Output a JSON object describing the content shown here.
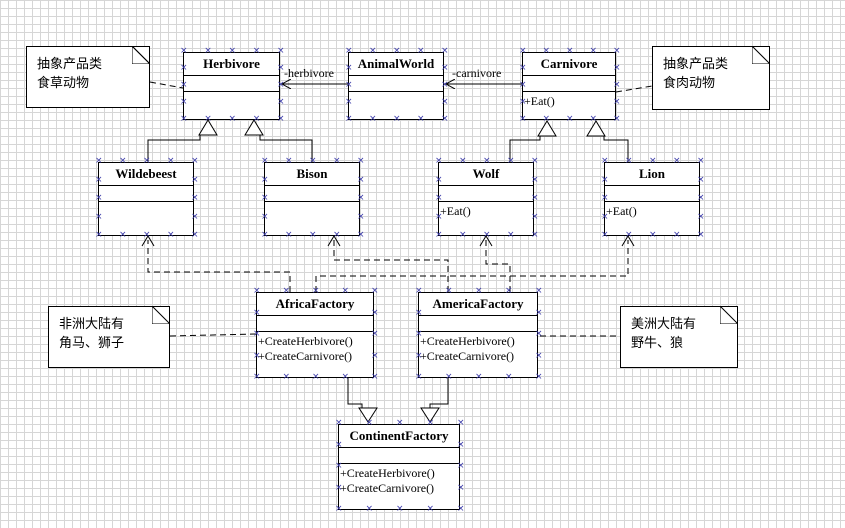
{
  "classes": {
    "herbivore": {
      "name": "Herbivore",
      "ops": []
    },
    "animal_world": {
      "name": "AnimalWorld",
      "ops": []
    },
    "carnivore": {
      "name": "Carnivore",
      "ops": [
        "+Eat()"
      ]
    },
    "wildebeest": {
      "name": "Wildebeest",
      "ops": []
    },
    "bison": {
      "name": "Bison",
      "ops": []
    },
    "wolf": {
      "name": "Wolf",
      "ops": [
        "+Eat()"
      ]
    },
    "lion": {
      "name": "Lion",
      "ops": [
        "+Eat()"
      ]
    },
    "africa_factory": {
      "name": "AfricaFactory",
      "ops": [
        "+CreateHerbivore()",
        "+CreateCarnivore()"
      ]
    },
    "america_factory": {
      "name": "AmericaFactory",
      "ops": [
        "+CreateHerbivore()",
        "+CreateCarnivore()"
      ]
    },
    "continent_factory": {
      "name": "ContinentFactory",
      "ops": [
        "+CreateHerbivore()",
        "+CreateCarnivore()"
      ]
    }
  },
  "relations": {
    "herbivore_role": "-herbivore",
    "carnivore_role": "-carnivore"
  },
  "notes": {
    "herbivore_note": {
      "line1": "抽象产品类",
      "line2": "食草动物"
    },
    "carnivore_note": {
      "line1": "抽象产品类",
      "line2": "食肉动物"
    },
    "africa_note": {
      "line1": "非洲大陆有",
      "line2": "角马、狮子"
    },
    "america_note": {
      "line1": "美洲大陆有",
      "line2": "野牛、狼"
    }
  },
  "colors": {
    "line": "#000000",
    "selection_handle": "#3a3aa8",
    "grid": "#d6d6d6"
  }
}
